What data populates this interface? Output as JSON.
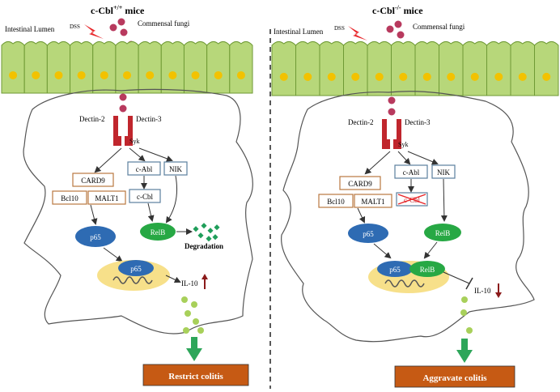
{
  "colors": {
    "epithelium_fill": "#b7d77a",
    "epithelium_stroke": "#6f9a35",
    "nucleus": "#f2c200",
    "fungi": "#b83a5e",
    "dss_bolt": "#e8262a",
    "receptor": "#c0262d",
    "p65": "#2e6bb3",
    "relb": "#27a844",
    "nucleus_area": "#f7e08a",
    "il10_dots": "#a8d05a",
    "arrow_green": "#2ea65a",
    "outcome_fill": "#c65a14",
    "card_border": "#b9773f",
    "kinase_border": "#5b7f9e",
    "arrow_down": "#8b1a1a"
  },
  "left": {
    "title_main": "c-Cbl",
    "title_sup": "+/+",
    "title_rest": " mice",
    "lumen_label": "Intestinal Lumen",
    "dss_label": "DSS",
    "fungi_label": "Commensal fungi",
    "dectin2": "Dectin-2",
    "dectin3": "Dectin-3",
    "syk": "Syk",
    "card9": "CARD9",
    "bcl10": "Bcl10",
    "malt1": "MALT1",
    "cabl": "c-Abl",
    "nik": "NIK",
    "ccbl": "c-Cbl",
    "p65": "p65",
    "relb": "RelB",
    "degradation": "Degradation",
    "p65_nuc": "p65",
    "il10": "IL-10",
    "outcome": "Restrict colitis"
  },
  "right": {
    "title_main": "c-Cbl",
    "title_sup": "-/-",
    "title_rest": " mice",
    "lumen_label": "Intestinal Lumen",
    "dss_label": "DSS",
    "fungi_label": "Commensal fungi",
    "dectin2": "Dectin-2",
    "dectin3": "Dectin-3",
    "syk": "Syk",
    "card9": "CARD9",
    "bcl10": "Bcl10",
    "malt1": "MALT1",
    "cabl": "c-Abl",
    "nik": "NIK",
    "ccbl": "c-Cbl",
    "p65": "p65",
    "relb": "RelB",
    "p65_nuc": "p65",
    "relb_nuc": "RelB",
    "il10": "IL-10",
    "outcome": "Aggravate colitis"
  }
}
